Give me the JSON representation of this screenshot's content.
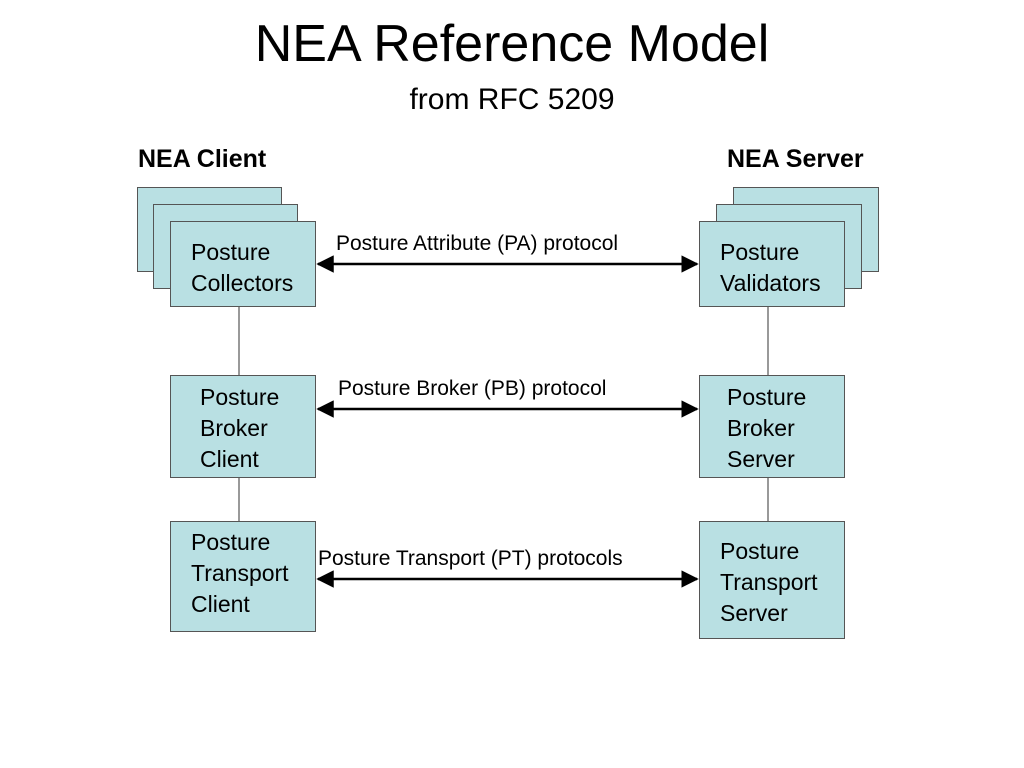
{
  "title": "NEA Reference Model",
  "subtitle": "from RFC 5209",
  "client": {
    "heading": "NEA Client",
    "collectors": [
      "Posture",
      "Collectors"
    ],
    "broker": [
      "Posture",
      "Broker",
      "Client"
    ],
    "transport": [
      "Posture",
      "Transport",
      "Client"
    ]
  },
  "server": {
    "heading": "NEA Server",
    "validators": [
      "Posture",
      "Validators"
    ],
    "broker": [
      "Posture",
      "Broker",
      "Server"
    ],
    "transport": [
      "Posture",
      "Transport",
      "Server"
    ]
  },
  "protocols": {
    "pa": "Posture Attribute (PA) protocol",
    "pb": "Posture Broker (PB) protocol",
    "pt": "Posture Transport (PT) protocols"
  },
  "colors": {
    "box_fill": "#b9e0e3",
    "box_border": "#555555",
    "connector": "#777777",
    "arrow": "#000000"
  }
}
